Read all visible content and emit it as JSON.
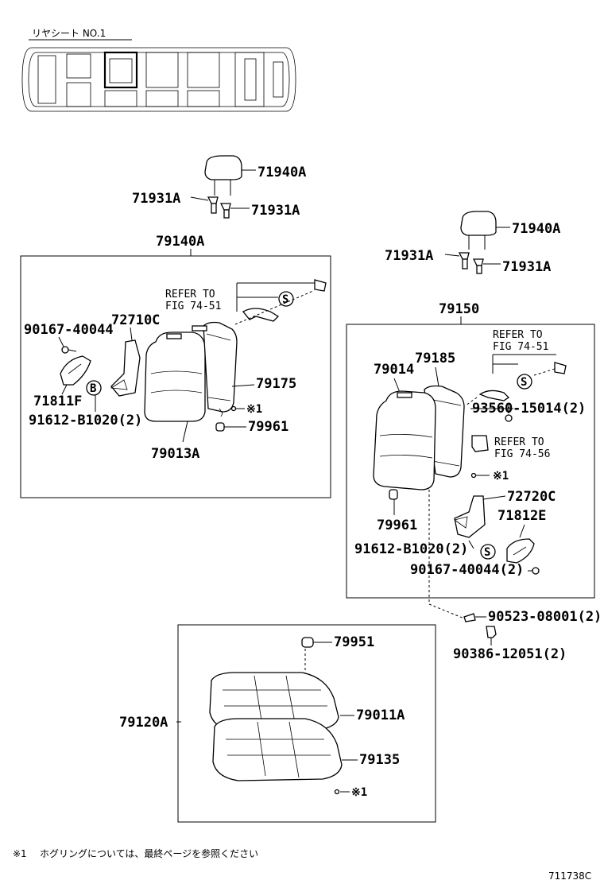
{
  "header": {
    "title": "リヤシート NO.1"
  },
  "groups": {
    "left_seat_back": "79140A",
    "right_seat_back": "79150",
    "seat_cushion": "79120A"
  },
  "left_headrest": {
    "headrest": "71940A",
    "support_left": "71931A",
    "support_right": "71931A"
  },
  "right_headrest": {
    "headrest": "71940A",
    "support_left": "71931A",
    "support_right": "71931A"
  },
  "left_parts": {
    "refer_line1": "REFER TO",
    "refer_line2": "FIG  74-51",
    "hinge": "72710C",
    "bolt": "90167-40044",
    "cover": "71811F",
    "nut": "91612-B1020(2)",
    "back_cover": "79175",
    "pad": "79013A",
    "hog_ring": "※1",
    "clip": "79961"
  },
  "right_parts": {
    "back_cover": "79185",
    "pad": "79014",
    "refer_a_line1": "REFER TO",
    "refer_a_line2": "FIG  74-51",
    "bolt_a": "93560-15014(2)",
    "refer_b_line1": "REFER TO",
    "refer_b_line2": "FIG  74-56",
    "hog_ring": "※1",
    "hinge": "72720C",
    "clip": "79961",
    "cover": "71812E",
    "nut": "91612-B1020(2)",
    "bolt": "90167-40044(2)"
  },
  "outside_parts": {
    "bolt_a": "90523-08001(2)",
    "bolt_b": "90386-12051(2)"
  },
  "cushion_parts": {
    "clip": "79951",
    "cover": "79011A",
    "pad": "79135",
    "hog_ring": "※1"
  },
  "markers": {
    "s": "S",
    "b": "B"
  },
  "footnote": {
    "mark": "※1",
    "text": "ホグリングについては、最終ページを参照ください"
  },
  "figure_id": "711738C"
}
